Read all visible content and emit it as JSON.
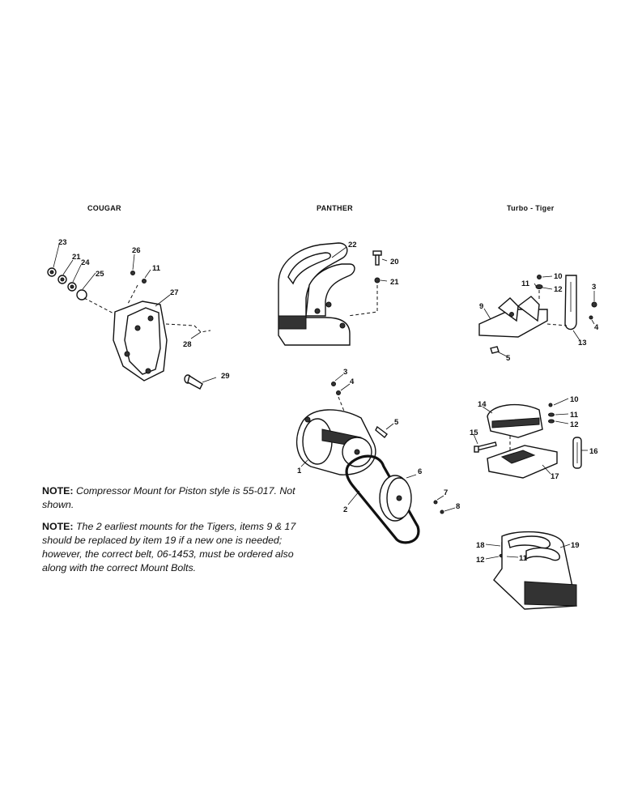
{
  "titles": {
    "cougar": "COUGAR",
    "panther": "PANTHER",
    "tiger": "Turbo - Tiger"
  },
  "notes": [
    {
      "label": "NOTE:",
      "text": " Compressor Mount for Piston style is 55-017. Not shown."
    },
    {
      "label": "NOTE:",
      "text": " The 2 earliest mounts for the Tigers, items 9 & 17 should be replaced by item 19 if a new one is needed; however, the correct belt, 06-1453, must be ordered also along with the correct Mount Bolts."
    }
  ],
  "callouts": {
    "cougar": [
      "23",
      "21",
      "24",
      "25",
      "26",
      "11",
      "27",
      "28",
      "29"
    ],
    "panther": [
      "22",
      "20",
      "21"
    ],
    "compressor": [
      "3",
      "4",
      "5",
      "1",
      "6",
      "2",
      "7",
      "8"
    ],
    "tiger_top": [
      "10",
      "11",
      "12",
      "9",
      "3",
      "4",
      "13",
      "5"
    ],
    "tiger_mid": [
      "14",
      "10",
      "11",
      "12",
      "15",
      "16",
      "17"
    ],
    "tiger_bottom": [
      "18",
      "12",
      "11",
      "19"
    ]
  }
}
